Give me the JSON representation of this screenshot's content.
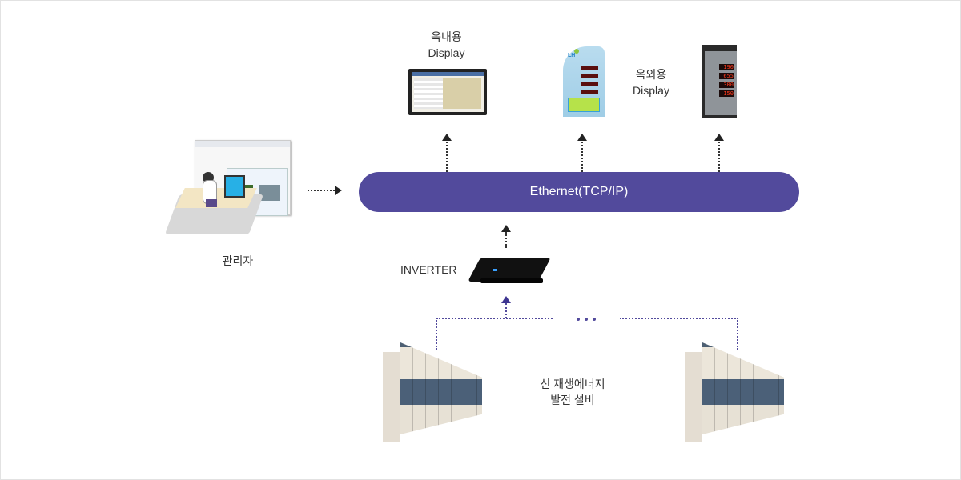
{
  "diagram": {
    "network_bus": {
      "label": "Ethernet(TCP/IP)",
      "color": "#524a9c"
    },
    "displays": {
      "indoor": {
        "line1": "옥내용",
        "line2": "Display"
      },
      "outdoor": {
        "line1": "옥외용",
        "line2": "Display",
        "readouts": [
          "190",
          "655",
          "300",
          "150"
        ]
      },
      "lh_sign": {
        "logo": "LH"
      }
    },
    "admin": {
      "label": "관리자"
    },
    "inverter": {
      "label": "INVERTER"
    },
    "generation": {
      "line1": "신 재생에너지",
      "line2": "발전 설비"
    },
    "ellipsis": "···",
    "colors": {
      "bus": "#524a9c",
      "arrow_dark": "#222222",
      "arrow_purple": "#3d3590",
      "dotted_purple": "#524a9c"
    }
  }
}
